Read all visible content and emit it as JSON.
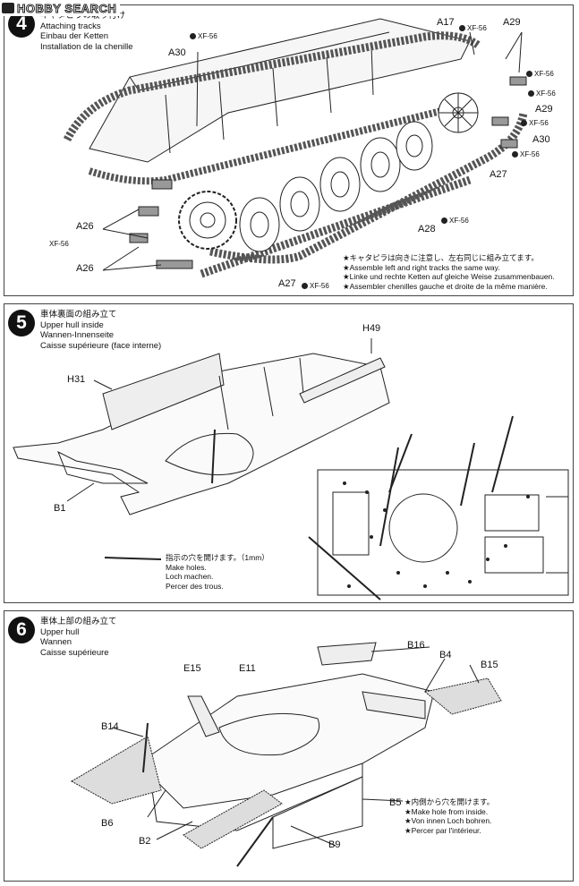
{
  "logo": {
    "text": "HOBBY SEARCH"
  },
  "steps": [
    {
      "number": "4",
      "titles": [
        "キャタピラの取り付け",
        "Attaching tracks",
        "Einbau der Ketten",
        "Installation de la chenille"
      ],
      "labels": {
        "a30_top": "A30",
        "a17": "A17",
        "a29_top": "A29",
        "a29_mid": "A29",
        "a30_right": "A30",
        "a27_right": "A27",
        "a28": "A28",
        "a26_a": "A26",
        "a26_b": "A26",
        "a27_bottom": "A27"
      },
      "paints": {
        "p1": "XF-56",
        "p2": "XF-56",
        "p3": "XF-56",
        "p4": "XF-56",
        "p5": "XF-56",
        "p6": "XF-56",
        "p7": "XF-56",
        "p8": "XF-56",
        "p9": "XF-56"
      },
      "notes": [
        "★キャタピラは向きに注意し、左右同じに組み立てます。",
        "★Assemble left and right tracks the same way.",
        "★Linke und rechte Ketten auf gleiche Weise zusammenbauen.",
        "★Assembler chenilles gauche et droite de la même manière."
      ]
    },
    {
      "number": "5",
      "titles": [
        "車体裏面の組み立て",
        "Upper hull inside",
        "Wannen-Innenseite",
        "Caisse supérieure (face interne)"
      ],
      "labels": {
        "h49": "H49",
        "h31": "H31",
        "b1": "B1"
      },
      "notes": [
        "指示の穴を開けます。（1mm）",
        "Make holes.",
        "Loch machen.",
        "Percer des trous."
      ]
    },
    {
      "number": "6",
      "titles": [
        "車体上部の組み立て",
        "Upper hull",
        "Wannen",
        "Caisse supérieure"
      ],
      "labels": {
        "b16": "B16",
        "e15": "E15",
        "e11": "E11",
        "b4": "B4",
        "b15": "B15",
        "b14": "B14",
        "b5": "B5",
        "b6": "B6",
        "b2": "B2",
        "b9": "B9"
      },
      "notes": [
        "★内側から穴を開けます。",
        "★Make hole from inside.",
        "★Von innen Loch bohren.",
        "★Percer par l'intérieur."
      ]
    }
  ]
}
